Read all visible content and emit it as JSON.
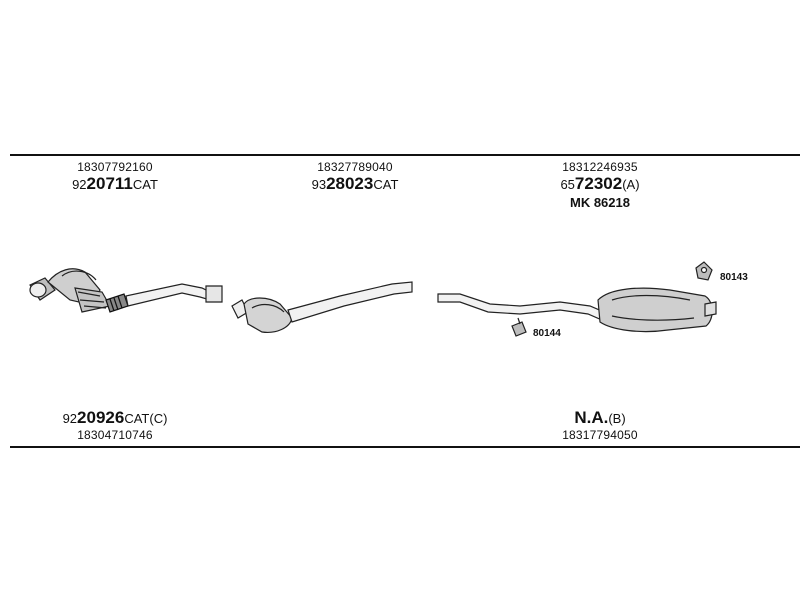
{
  "groups": {
    "g1": {
      "oem": "18307792160",
      "code_prefix": "92",
      "code_main": "20711",
      "code_suffix": "CAT"
    },
    "g2": {
      "oem": "18327789040",
      "code_prefix": "93",
      "code_main": "28023",
      "code_suffix": "CAT"
    },
    "g3": {
      "oem": "18312246935",
      "code_prefix": "65",
      "code_main": "72302",
      "code_suffix": "(A)",
      "mk": "MK  86218"
    },
    "g4": {
      "code_prefix": "92",
      "code_main": "20926",
      "code_suffix": "CAT(C)",
      "oem": "18304710746"
    },
    "g5": {
      "code_main": "N.A.",
      "code_suffix": "(B)",
      "oem": "18317794050"
    }
  },
  "parts": {
    "hanger_a": "80143",
    "hanger_b": "80144"
  }
}
